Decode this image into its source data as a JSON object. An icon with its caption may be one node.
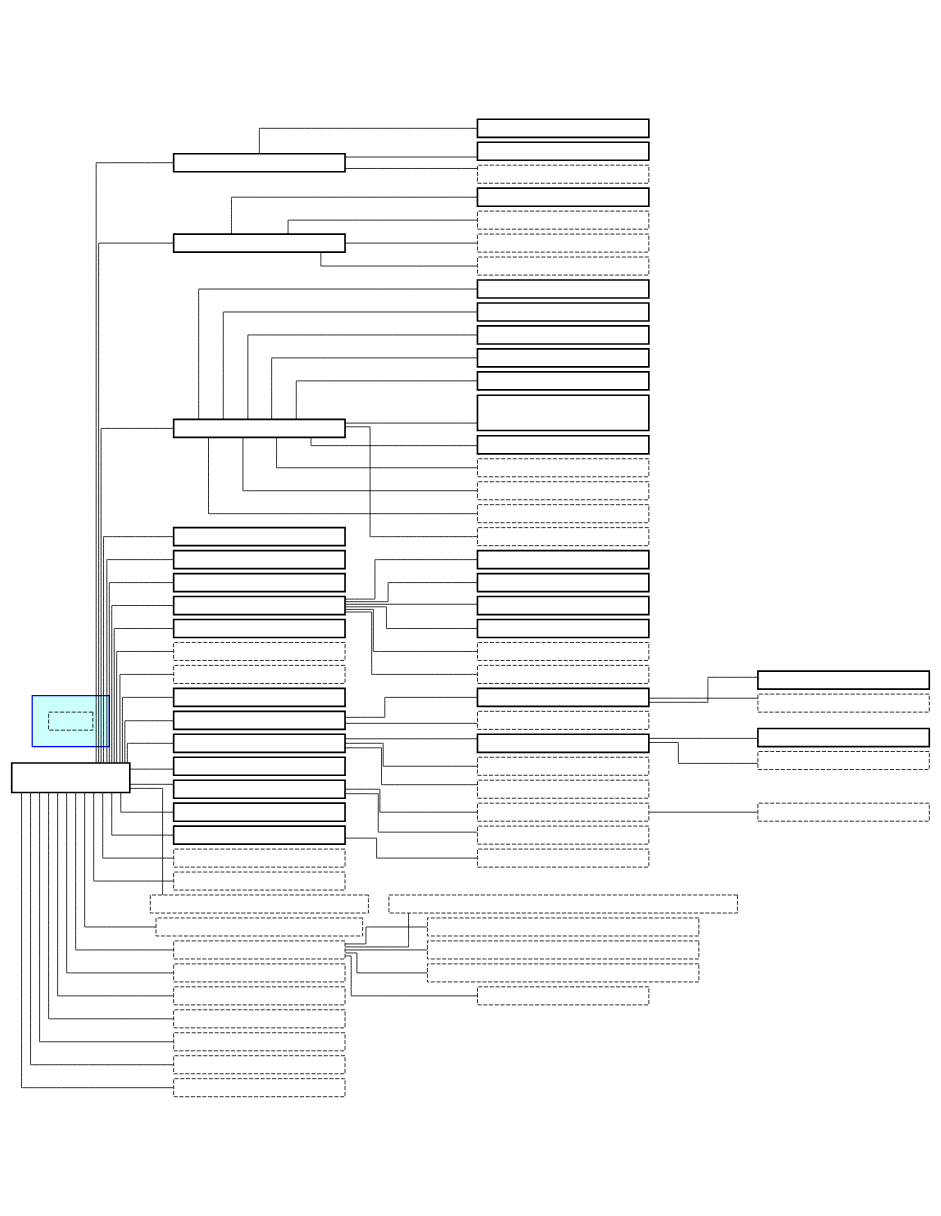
{
  "diagram": {
    "nodes": [
      {
        "text": [],
        "shape": "box"
      },
      {
        "text": [],
        "shape": "box"
      },
      {
        "text": [],
        "shape": "box"
      },
      {
        "text": [],
        "shape": "box"
      },
      {
        "text": [],
        "shape": "box"
      },
      {
        "text": [],
        "shape": "box"
      },
      {
        "text": [],
        "shape": "box"
      },
      {
        "text": [],
        "shape": "box"
      },
      {
        "text": [],
        "shape": "box"
      },
      {
        "text": [],
        "shape": "box"
      },
      {
        "text": [],
        "shape": "box"
      },
      {
        "text": [],
        "shape": "box"
      },
      {
        "text": [],
        "shape": "box"
      },
      {
        "text": [],
        "shape": "box"
      },
      {
        "text": [],
        "shape": "box"
      },
      {
        "text": [],
        "shape": "box"
      },
      {
        "text": [],
        "shape": "box"
      },
      {
        "text": [],
        "shape": "box"
      },
      {
        "text": [],
        "shape": "box"
      },
      {
        "text": [],
        "shape": "box"
      },
      {
        "text": [],
        "shape": "box"
      },
      {
        "text": [],
        "shape": "box"
      },
      {
        "text": [],
        "shape": "box"
      },
      {
        "text": [],
        "shape": "box"
      },
      {
        "text": [],
        "shape": "box"
      },
      {
        "text": [],
        "shape": "box"
      },
      {
        "text": [],
        "shape": "box"
      },
      {
        "text": [],
        "shape": "box"
      },
      {
        "text": [],
        "shape": "box"
      },
      {
        "text": [],
        "shape": "box"
      },
      {
        "text": [],
        "shape": "box"
      },
      {
        "text": [],
        "shape": "box"
      },
      {
        "text": [],
        "shape": "box"
      },
      {
        "text": [],
        "shape": "box"
      },
      {
        "text": [],
        "shape": "box"
      },
      {
        "text": [],
        "shape": "box"
      },
      {
        "text": [],
        "shape": "box"
      },
      {
        "text": [],
        "shape": "box"
      },
      {
        "text": [],
        "shape": "box"
      },
      {
        "text": [],
        "shape": "box"
      },
      {
        "text": [],
        "shape": "box"
      },
      {
        "text": [],
        "shape": "box"
      },
      {
        "text": [],
        "shape": "box"
      },
      {
        "text": [],
        "shape": "box"
      },
      {
        "text": [],
        "shape": "box"
      },
      {
        "text": [],
        "shape": "box"
      },
      {
        "text": [],
        "shape": "box"
      },
      {
        "text": [],
        "shape": "box"
      },
      {
        "text": [],
        "shape": "box"
      },
      {
        "text": [],
        "shape": "box"
      },
      {
        "text": [],
        "shape": "box"
      },
      {
        "text": [],
        "shape": "box"
      },
      {
        "text": [],
        "shape": "box"
      },
      {
        "text": [],
        "shape": "box"
      },
      {
        "text": [],
        "shape": "box"
      },
      {
        "text": [],
        "shape": "box"
      },
      {
        "text": [],
        "shape": "box"
      },
      {
        "text": [],
        "shape": "box"
      },
      {
        "text": [],
        "shape": "box"
      },
      {
        "text": [],
        "shape": "box"
      },
      {
        "text": [],
        "shape": "box"
      },
      {
        "text": [],
        "shape": "box"
      },
      {
        "text": [],
        "shape": "box"
      },
      {
        "text": [],
        "shape": "box"
      },
      {
        "text": [],
        "shape": "box"
      },
      {
        "text": [],
        "shape": "box"
      },
      {
        "text": [],
        "shape": "box"
      },
      {
        "text": [],
        "shape": "box"
      },
      {
        "text": [],
        "shape": "box"
      },
      {
        "text": [],
        "shape": "box"
      },
      {
        "text": [],
        "shape": "box"
      },
      {
        "text": [],
        "shape": "box"
      },
      {
        "text": [],
        "shape": "box",
        "in": 71
      }
    ],
    "edges": [
      {
        "from": 0,
        "to": 1,
        "arrow": "none"
      },
      {
        "from": 1,
        "to": 2,
        "arrow": "none"
      },
      {
        "from": 1,
        "to": 3,
        "arrow": "none"
      },
      {
        "from": 1,
        "to": 4,
        "arrow": "none"
      },
      {
        "from": 0,
        "to": 5,
        "arrow": "none"
      },
      {
        "from": 5,
        "to": 6,
        "arrow": "none"
      },
      {
        "from": 5,
        "to": 7,
        "arrow": "none"
      },
      {
        "from": 5,
        "to": 8,
        "arrow": "none"
      },
      {
        "from": 5,
        "to": 9,
        "arrow": "none"
      },
      {
        "from": 0,
        "to": 10,
        "arrow": "none"
      },
      {
        "from": 10,
        "to": 11,
        "arrow": "none"
      },
      {
        "from": 10,
        "to": 12,
        "arrow": "none"
      },
      {
        "from": 10,
        "to": 13,
        "arrow": "none"
      },
      {
        "from": 10,
        "to": 14,
        "arrow": "none"
      },
      {
        "from": 10,
        "to": 15,
        "arrow": "none"
      },
      {
        "from": 10,
        "to": 16,
        "arrow": "none"
      },
      {
        "from": 10,
        "to": 17,
        "arrow": "none"
      },
      {
        "from": 10,
        "to": 18,
        "arrow": "none"
      },
      {
        "from": 10,
        "to": 19,
        "arrow": "none"
      },
      {
        "from": 10,
        "to": 20,
        "arrow": "none"
      },
      {
        "from": 10,
        "to": 21,
        "arrow": "none"
      },
      {
        "from": 0,
        "to": 22,
        "arrow": "none"
      },
      {
        "from": 0,
        "to": 23,
        "arrow": "none"
      },
      {
        "from": 0,
        "to": 24,
        "arrow": "none"
      },
      {
        "from": 0,
        "to": 25,
        "arrow": "none"
      },
      {
        "from": 25,
        "to": 26,
        "arrow": "none"
      },
      {
        "from": 25,
        "to": 27,
        "arrow": "none"
      },
      {
        "from": 25,
        "to": 28,
        "arrow": "none"
      },
      {
        "from": 25,
        "to": 29,
        "arrow": "none"
      },
      {
        "from": 25,
        "to": 30,
        "arrow": "none"
      },
      {
        "from": 25,
        "to": 31,
        "arrow": "none"
      },
      {
        "from": 0,
        "to": 32,
        "arrow": "none"
      },
      {
        "from": 0,
        "to": 33,
        "arrow": "none"
      },
      {
        "from": 0,
        "to": 34,
        "arrow": "none"
      },
      {
        "from": 0,
        "to": 35,
        "arrow": "none"
      },
      {
        "from": 0,
        "to": 36,
        "arrow": "none"
      },
      {
        "from": 36,
        "to": 37,
        "arrow": "none"
      },
      {
        "from": 37,
        "to": 38,
        "arrow": "none"
      },
      {
        "from": 37,
        "to": 39,
        "arrow": "none"
      },
      {
        "from": 36,
        "to": 40,
        "arrow": "none"
      },
      {
        "from": 0,
        "to": 41,
        "arrow": "none"
      },
      {
        "from": 41,
        "to": 42,
        "arrow": "none"
      },
      {
        "from": 42,
        "to": 43,
        "arrow": "none"
      },
      {
        "from": 42,
        "to": 44,
        "arrow": "none"
      },
      {
        "from": 41,
        "to": 45,
        "arrow": "none"
      },
      {
        "from": 41,
        "to": 46,
        "arrow": "none"
      },
      {
        "from": 0,
        "to": 47,
        "arrow": "none"
      },
      {
        "from": 0,
        "to": 48,
        "arrow": "none"
      },
      {
        "from": 48,
        "to": 49,
        "arrow": "none"
      },
      {
        "from": 49,
        "to": 50,
        "arrow": "none"
      },
      {
        "from": 48,
        "to": 51,
        "arrow": "none"
      },
      {
        "from": 0,
        "to": 52,
        "arrow": "none"
      },
      {
        "from": 0,
        "to": 53,
        "arrow": "none"
      },
      {
        "from": 53,
        "to": 54,
        "arrow": "none"
      },
      {
        "from": 0,
        "to": 55,
        "arrow": "none"
      },
      {
        "from": 0,
        "to": 56,
        "arrow": "none"
      },
      {
        "from": 0,
        "to": 57,
        "arrow": "none"
      },
      {
        "from": 0,
        "to": 58,
        "arrow": "none"
      },
      {
        "from": 0,
        "to": 59,
        "arrow": "none"
      },
      {
        "from": 59,
        "to": 60,
        "arrow": "none"
      },
      {
        "from": 59,
        "to": 61,
        "arrow": "none"
      },
      {
        "from": 59,
        "to": 62,
        "arrow": "none"
      },
      {
        "from": 59,
        "to": 63,
        "arrow": "none"
      },
      {
        "from": 59,
        "to": 64,
        "arrow": "none"
      },
      {
        "from": 0,
        "to": 65,
        "arrow": "none"
      },
      {
        "from": 0,
        "to": 66,
        "arrow": "none"
      },
      {
        "from": 0,
        "to": 67,
        "arrow": "none"
      },
      {
        "from": 0,
        "to": 68,
        "arrow": "none"
      },
      {
        "from": 0,
        "to": 69,
        "arrow": "none"
      },
      {
        "from": 0,
        "to": 70,
        "arrow": "none"
      }
    ]
  }
}
